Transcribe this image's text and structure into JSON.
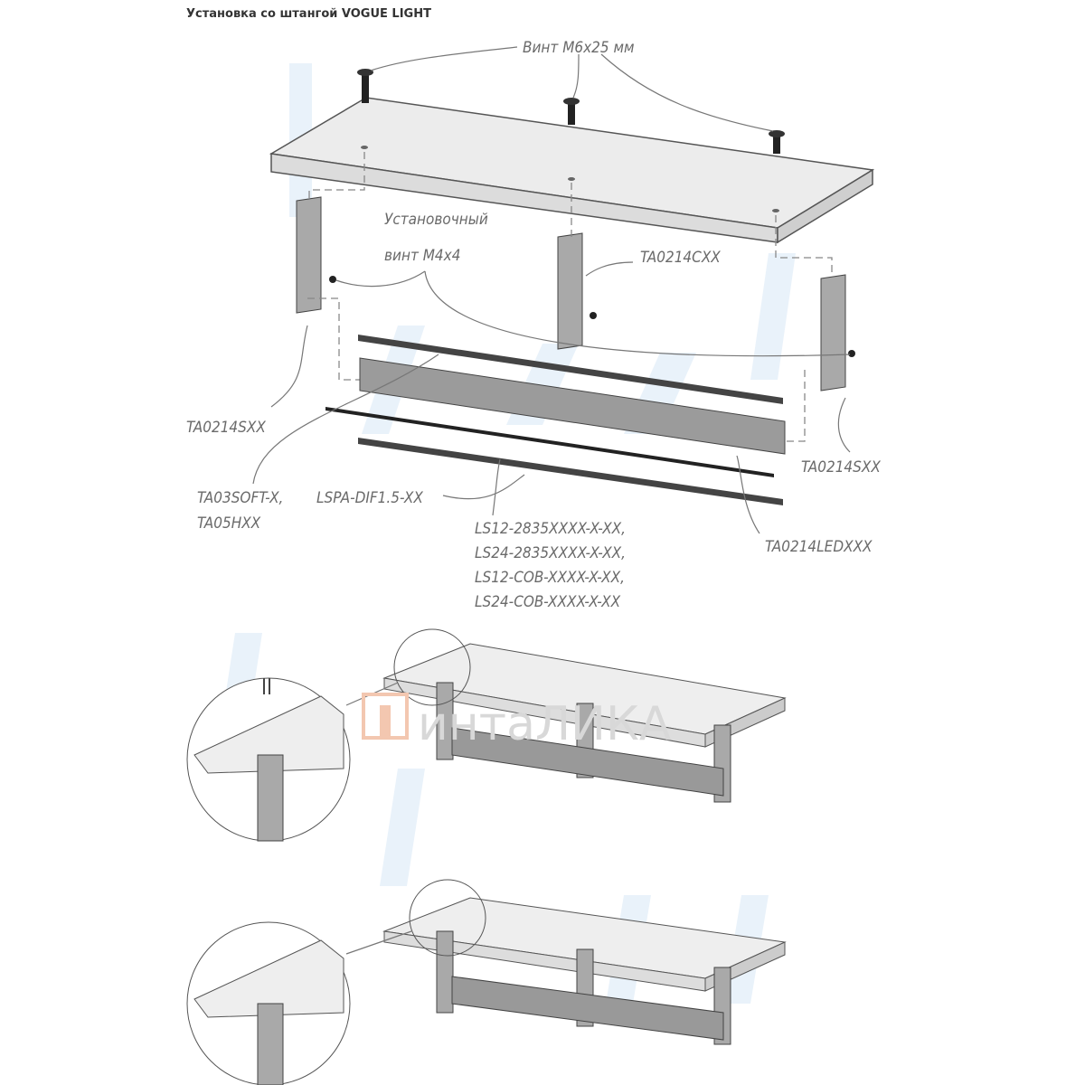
{
  "title": "Установка со штангой VOGUE LIGHT",
  "labels": {
    "screw_m6": "Винт M6x25 мм",
    "set_screw_1": "Установочный",
    "set_screw_2": "винт M4x4",
    "center_post": "TA0214CXX",
    "side_post_left": "TA0214SXX",
    "side_post_right": "TA0214SXX",
    "cap_1": "TA03SOFT-X,",
    "cap_2": "TA05HXX",
    "diffuser": "LSPA-DIF1.5-XX",
    "led_1": "LS12-2835XXXX-X-XX,",
    "led_2": "LS24-2835XXXX-X-XX,",
    "led_3": "LS12-COB-XXXX-X-XX,",
    "led_4": "LS24-COB-XXXX-X-XX",
    "led_profile": "TA0214LEDXXX"
  },
  "watermark": {
    "logo_text": "интаЛИКА"
  },
  "colors": {
    "panel": "#ebebeb",
    "metal": "#a9a9a9",
    "line": "#555555",
    "watermark": "#dbe9f6"
  }
}
